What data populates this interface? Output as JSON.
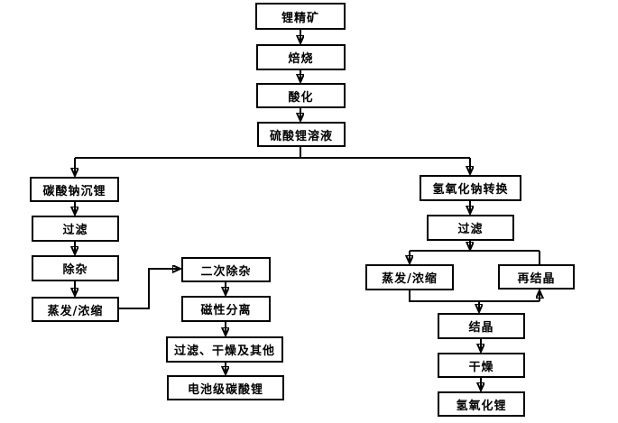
{
  "diagram": {
    "type": "flowchart",
    "language": "zh-CN",
    "colors": {
      "background": "#ffffff",
      "box_fill": "#ffffff",
      "box_border": "#000000",
      "line": "#000000",
      "text": "#000000"
    },
    "nodes": [
      {
        "id": "lithium-concentrate",
        "label": "锂精矿"
      },
      {
        "id": "roasting",
        "label": "焙烧"
      },
      {
        "id": "acidification",
        "label": "酸化"
      },
      {
        "id": "lithium-sulfate-solution",
        "label": "硫酸锂溶液"
      },
      {
        "id": "sodium-carbonate-precipitation",
        "label": "碳酸钠沉锂"
      },
      {
        "id": "filtration-left",
        "label": "过滤"
      },
      {
        "id": "impurity-removal",
        "label": "除杂"
      },
      {
        "id": "evaporation-concentration-left",
        "label": "蒸发/浓缩"
      },
      {
        "id": "secondary-impurity-removal",
        "label": "二次除杂"
      },
      {
        "id": "magnetic-separation",
        "label": "磁性分离"
      },
      {
        "id": "filtration-drying-others",
        "label": "过滤、干燥及其他"
      },
      {
        "id": "battery-grade-lithium-carbonate",
        "label": "电池级碳酸锂"
      },
      {
        "id": "sodium-hydroxide-conversion",
        "label": "氢氧化钠转换"
      },
      {
        "id": "filtration-right",
        "label": "过滤"
      },
      {
        "id": "evaporation-concentration-right",
        "label": "蒸发/浓缩"
      },
      {
        "id": "recrystallization",
        "label": "再结晶"
      },
      {
        "id": "crystallization",
        "label": "结晶"
      },
      {
        "id": "drying",
        "label": "干燥"
      },
      {
        "id": "lithium-hydroxide",
        "label": "氢氧化锂"
      }
    ],
    "edges": [
      {
        "from": "lithium-concentrate",
        "to": "roasting",
        "arrowhead": true
      },
      {
        "from": "roasting",
        "to": "acidification",
        "arrowhead": true
      },
      {
        "from": "acidification",
        "to": "lithium-sulfate-solution",
        "arrowhead": true
      },
      {
        "from": "lithium-sulfate-solution",
        "to": "sodium-carbonate-precipitation",
        "arrowhead": true
      },
      {
        "from": "lithium-sulfate-solution",
        "to": "sodium-hydroxide-conversion",
        "arrowhead": true
      },
      {
        "from": "sodium-carbonate-precipitation",
        "to": "filtration-left",
        "arrowhead": true
      },
      {
        "from": "filtration-left",
        "to": "impurity-removal",
        "arrowhead": true
      },
      {
        "from": "impurity-removal",
        "to": "evaporation-concentration-left",
        "arrowhead": true
      },
      {
        "from": "evaporation-concentration-left",
        "to": "secondary-impurity-removal",
        "arrowhead": true
      },
      {
        "from": "secondary-impurity-removal",
        "to": "magnetic-separation",
        "arrowhead": true
      },
      {
        "from": "magnetic-separation",
        "to": "filtration-drying-others",
        "arrowhead": true
      },
      {
        "from": "filtration-drying-others",
        "to": "battery-grade-lithium-carbonate",
        "arrowhead": true
      },
      {
        "from": "sodium-hydroxide-conversion",
        "to": "filtration-right",
        "arrowhead": true
      },
      {
        "from": "filtration-right",
        "to": "evaporation-concentration-right",
        "arrowhead": true
      },
      {
        "from": "filtration-right",
        "to": "recrystallization",
        "arrowhead": false
      },
      {
        "from": "evaporation-concentration-right",
        "to": "crystallization",
        "arrowhead": true
      },
      {
        "from": "evaporation-concentration-right",
        "to": "recrystallization",
        "arrowhead": true
      },
      {
        "from": "crystallization",
        "to": "drying",
        "arrowhead": true
      },
      {
        "from": "drying",
        "to": "lithium-hydroxide",
        "arrowhead": true
      }
    ]
  }
}
